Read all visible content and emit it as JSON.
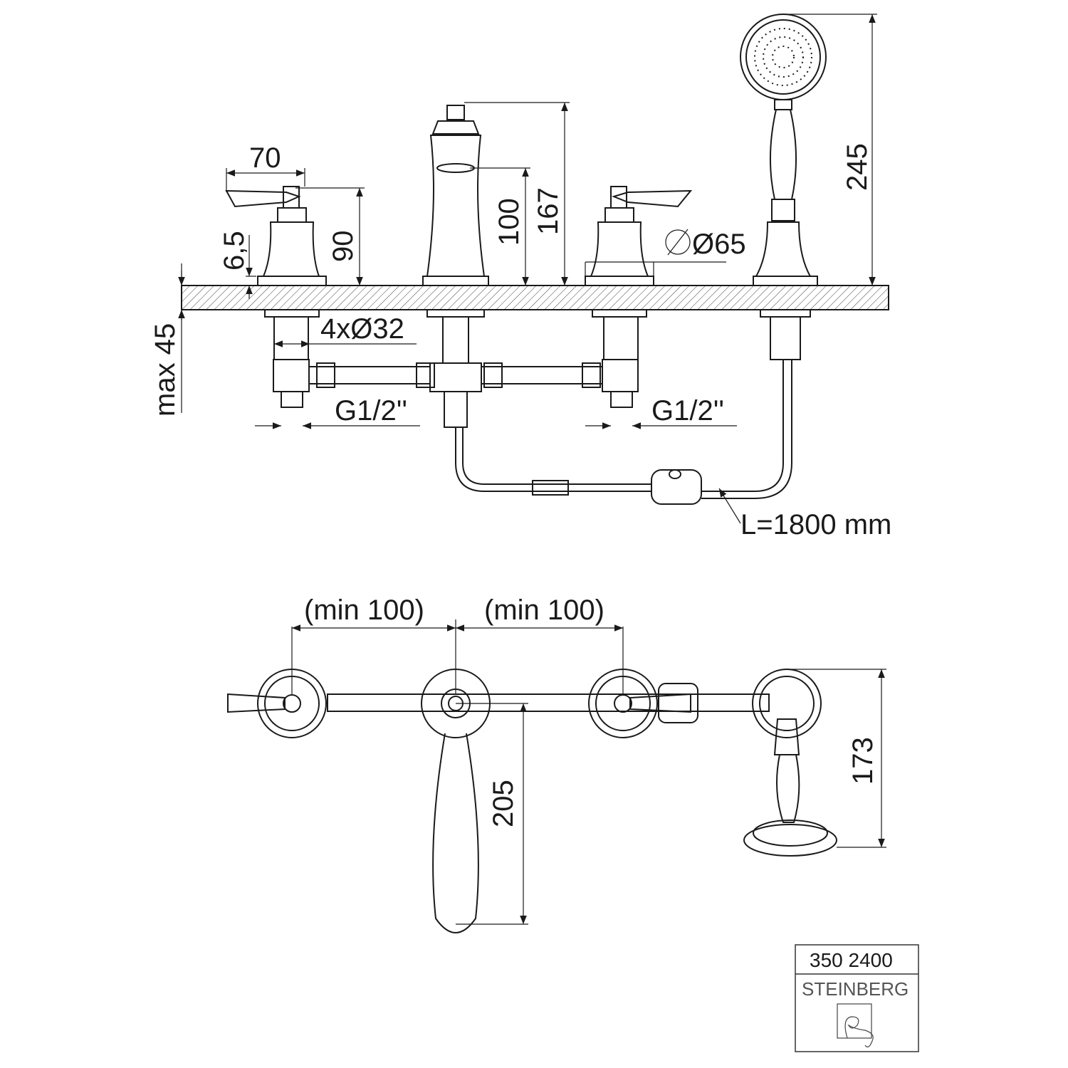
{
  "drawing": {
    "front_view": {
      "dim_handle_width": "70",
      "dim_handle_height": "90",
      "dim_flange": "6,5",
      "dim_spout_outlet": "100",
      "dim_spout_height": "167",
      "dim_diameter": "Ø65",
      "dim_shower_height": "245",
      "dim_deck_max": "max 45",
      "dim_holes": "4xØ32",
      "thread_left": "G1/2''",
      "thread_right": "G1/2''",
      "hose_length": "L=1800 mm"
    },
    "top_view": {
      "dim_spacing_left": "(min 100)",
      "dim_spacing_right": "(min 100)",
      "dim_spout_reach": "205",
      "dim_shower_depth": "173"
    }
  },
  "title_block": {
    "article_number": "350 2400",
    "brand": "STEINBERG"
  }
}
